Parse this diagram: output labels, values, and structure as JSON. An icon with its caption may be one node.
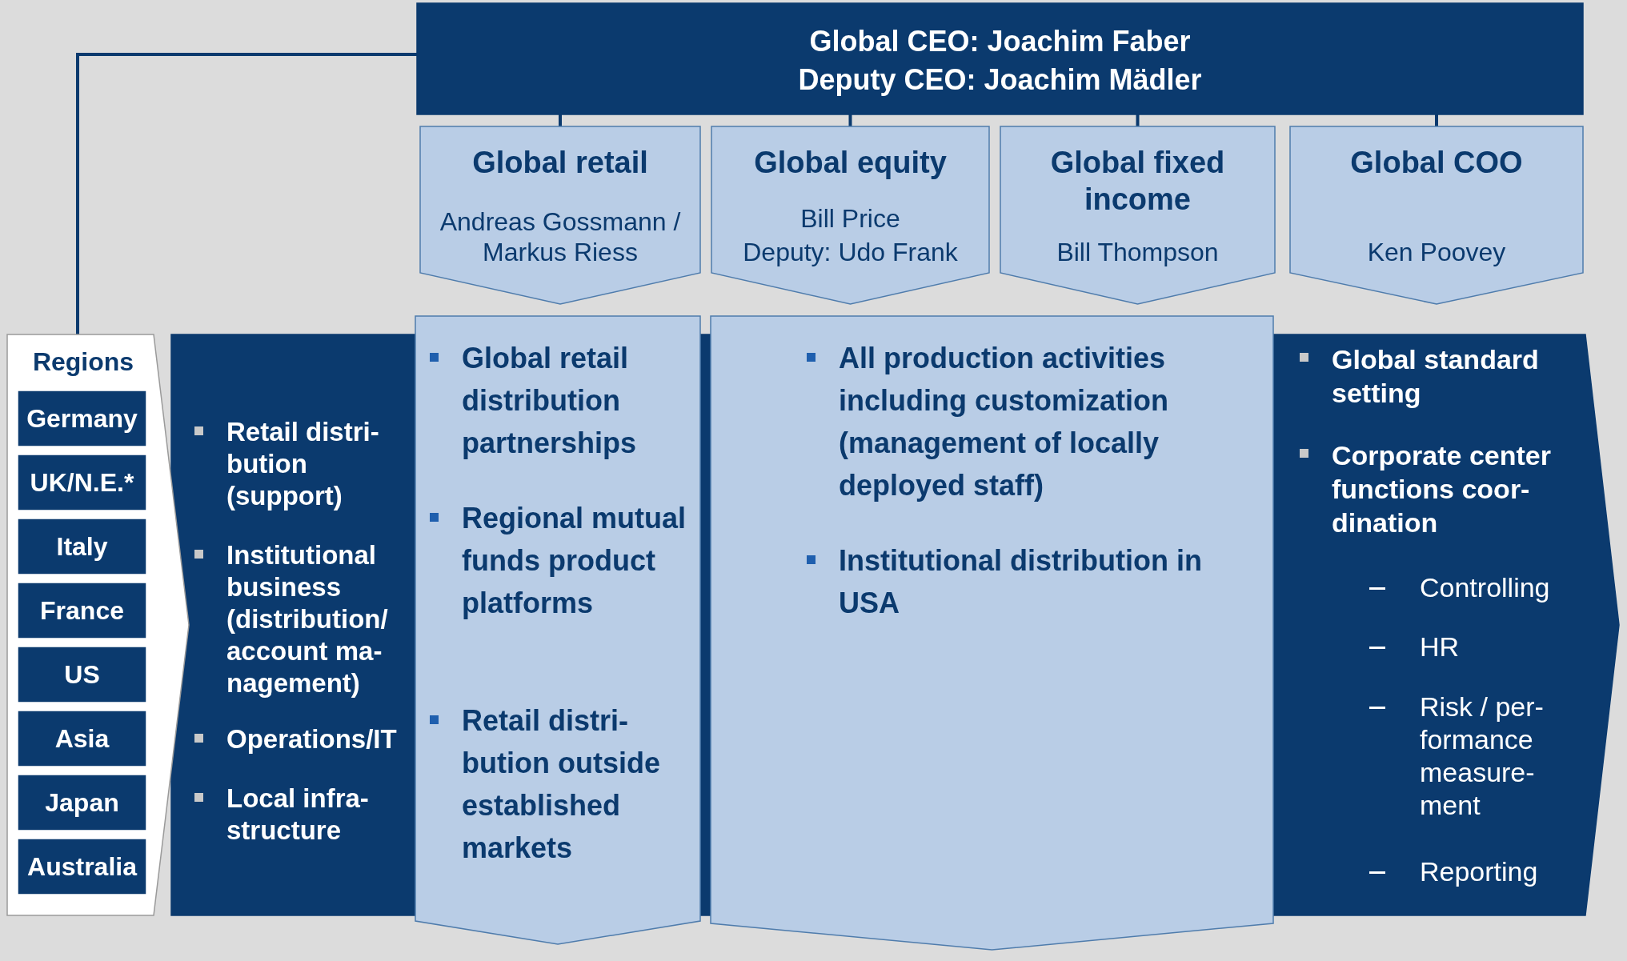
{
  "diagram": {
    "nodes": [
      {
        "text": [
          "Global CEO: Joachim Faber",
          "Deputy CEO: Joachim Mädler"
        ]
      },
      {
        "text": [
          "Global retail",
          "Andreas Gossmann / Markus Riess"
        ]
      },
      {
        "text": [
          "Global equity",
          "Bill Price",
          "Deputy: Udo Frank"
        ]
      },
      {
        "text": [
          "Global fixed income",
          "Bill Thompson"
        ]
      },
      {
        "text": [
          "Global COO",
          "Ken Poovey"
        ]
      },
      {
        "text": [
          "Regions"
        ]
      },
      {
        "text": [
          "Germany"
        ],
        "in": 5
      },
      {
        "text": [
          "UK/N.E.*"
        ],
        "in": 5
      },
      {
        "text": [
          "Italy"
        ],
        "in": 5
      },
      {
        "text": [
          "France"
        ],
        "in": 5
      },
      {
        "text": [
          "US"
        ],
        "in": 5
      },
      {
        "text": [
          "Asia"
        ],
        "in": 5
      },
      {
        "text": [
          "Japan"
        ],
        "in": 5
      },
      {
        "text": [
          "Australia"
        ],
        "in": 5
      },
      {
        "text": [
          "Retail distri- bution (support)",
          "Institutional business (distribution/ account ma- nagement)",
          "Operations/IT",
          "Local infra- structure",
          "Global standard setting",
          "Corporate center functions coor- dination",
          "Controlling",
          "HR",
          "Risk / per- formance measure- ment",
          "Reporting"
        ]
      },
      {
        "text": [
          "Global retail distribution partnerships",
          "Regional mutual funds product platforms",
          "Retail distri- bution outside established markets"
        ]
      },
      {
        "text": [
          "All production activities including customization (management of locally deployed staff)",
          "Institutional distribution in USA"
        ]
      }
    ],
    "edges": [
      {
        "from": 0,
        "to": 1,
        "arrow": "none"
      },
      {
        "from": 0,
        "to": 2,
        "arrow": "none"
      },
      {
        "from": 0,
        "to": 3,
        "arrow": "none"
      },
      {
        "from": 0,
        "to": 4,
        "arrow": "none"
      },
      {
        "from": 0,
        "to": 5,
        "arrow": "none"
      }
    ]
  }
}
